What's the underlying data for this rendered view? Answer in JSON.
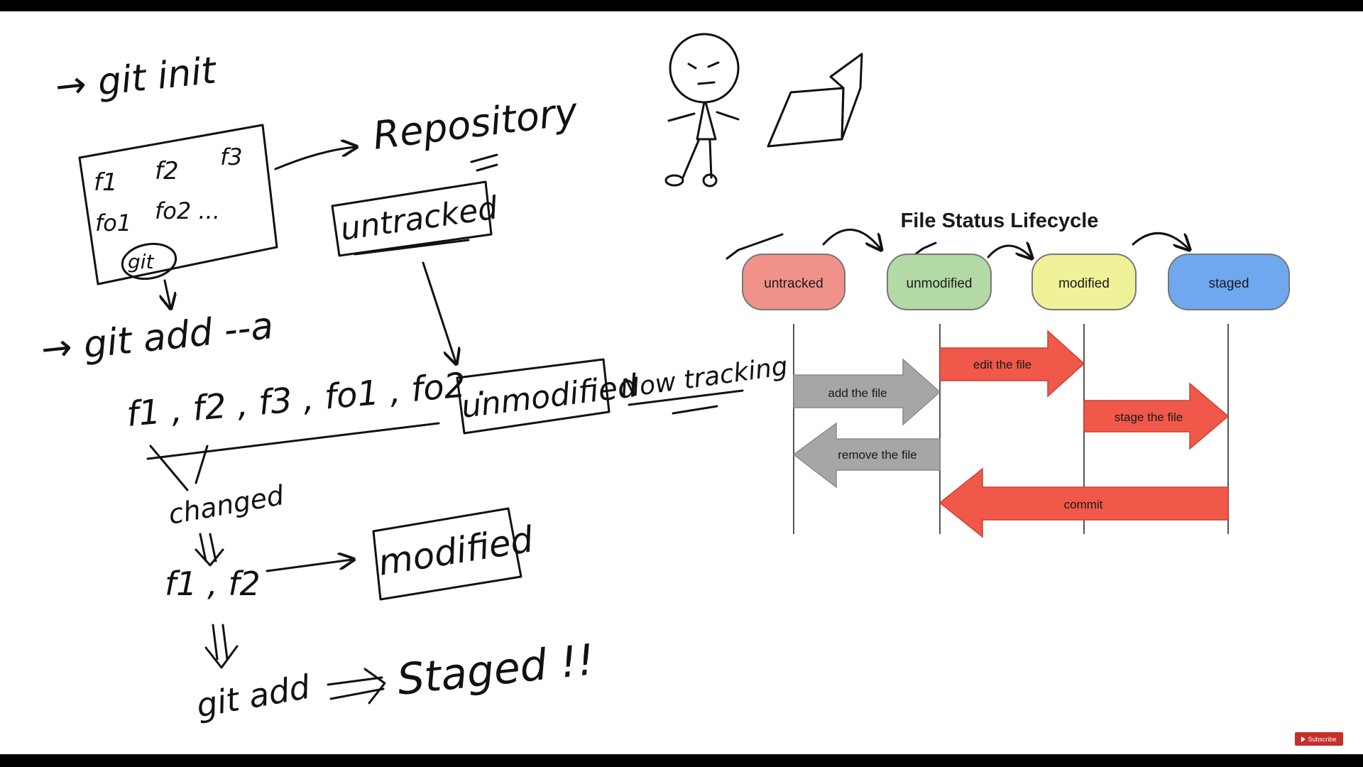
{
  "notes": {
    "git_init": "→ git init",
    "repository": "Repository",
    "box_row1": [
      "f1",
      "f2",
      "f3"
    ],
    "box_row2": [
      "fo1",
      "fo2 ..."
    ],
    "git_dir": "git",
    "untracked": "untracked",
    "git_add_a": "→ git add --a",
    "files_list": "f1 , f2 , f3 , fo1 , fo2 .",
    "unmodified": "unmodified",
    "now_tracking": "Now tracking",
    "changed": "changed",
    "f1_f2": "f1 , f2",
    "modified": "modified",
    "git_add": "git add",
    "staged": "Staged !!"
  },
  "lifecycle": {
    "title": "File Status Lifecycle",
    "states": [
      {
        "label": "untracked",
        "color": "#f0928a"
      },
      {
        "label": "unmodified",
        "color": "#b3d9a5"
      },
      {
        "label": "modified",
        "color": "#f0f29a"
      },
      {
        "label": "staged",
        "color": "#6fa8ee"
      }
    ],
    "transitions": [
      {
        "label": "add the file",
        "from": "untracked",
        "to": "unmodified",
        "color": "#a6a6a6"
      },
      {
        "label": "edit the file",
        "from": "unmodified",
        "to": "modified",
        "color": "#f0584a"
      },
      {
        "label": "stage the file",
        "from": "modified",
        "to": "staged",
        "color": "#f0584a"
      },
      {
        "label": "remove the file",
        "from": "unmodified",
        "to": "untracked",
        "color": "#a6a6a6"
      },
      {
        "label": "commit",
        "from": "staged",
        "to": "unmodified",
        "color": "#f0584a"
      }
    ]
  },
  "subscribe_label": "Subscribe"
}
